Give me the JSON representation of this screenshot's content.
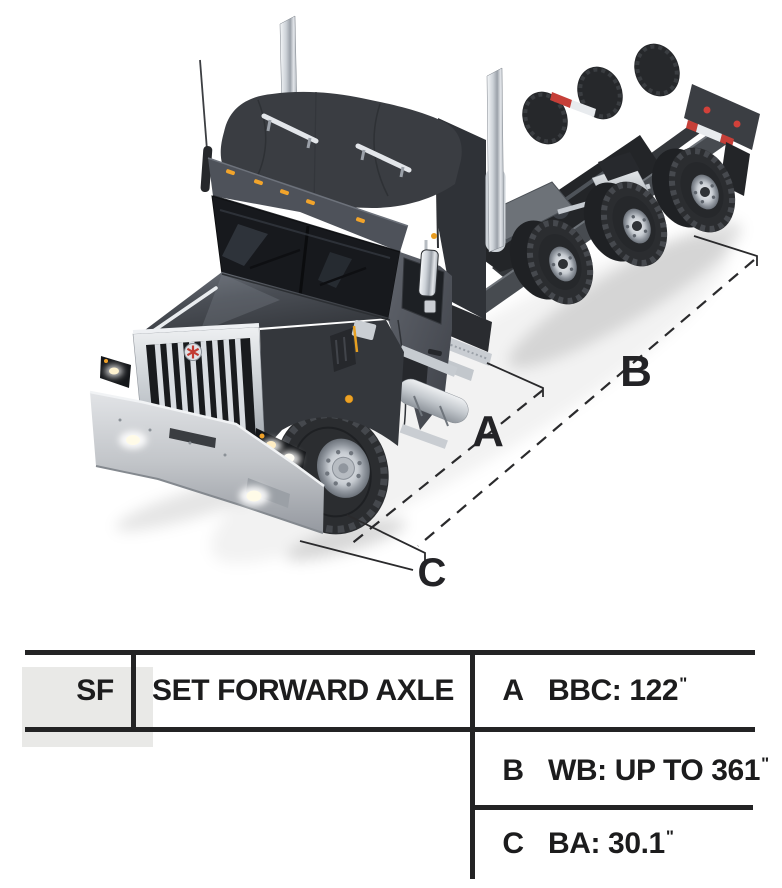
{
  "diagram": {
    "dimension_labels": {
      "a": "A",
      "b": "B",
      "c": "C"
    }
  },
  "table": {
    "code": "SF",
    "title": "SET FORWARD AXLE",
    "specs": [
      {
        "key": "A",
        "text": "BBC: 122",
        "unit": "\""
      },
      {
        "key": "B",
        "text": "WB: UP TO 361",
        "unit": "\""
      },
      {
        "key": "C",
        "text": "BA: 30.1",
        "unit": "\""
      }
    ]
  },
  "colors": {
    "background": "#ffffff",
    "truck_body_dark": "#3a3d42",
    "truck_body_mid": "#4e525a",
    "chrome": "#d7dade",
    "bumper_silver": "#c6c9cd",
    "tire": "#2b2d30",
    "amber_marker": "#f2a42b",
    "red_marker": "#cf3a33",
    "dimension_line": "#2a2a2c",
    "table_rule": "#232324",
    "table_code_bg": "#e9e9e7",
    "text": "#1c1c1d"
  }
}
